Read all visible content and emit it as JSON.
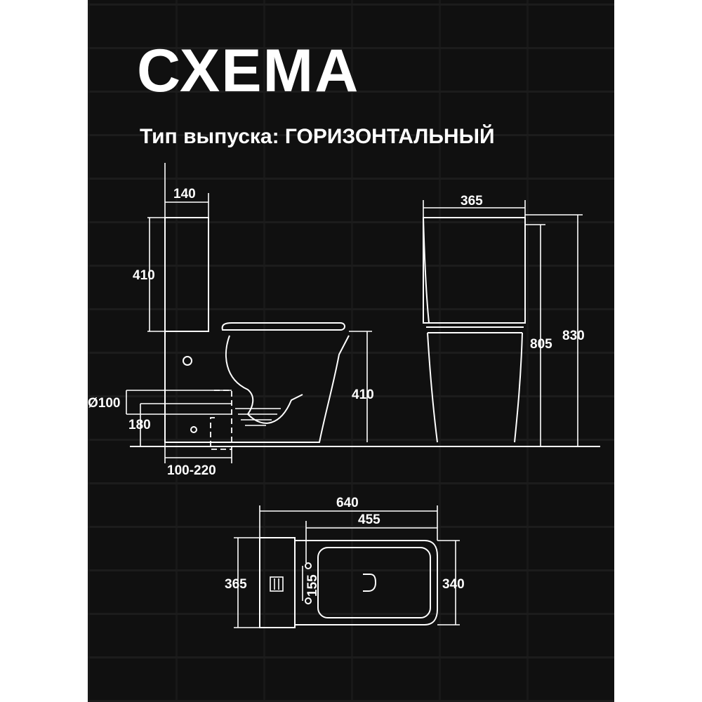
{
  "header": {
    "title": "СХЕМА",
    "subtitle": "Тип выпуска: ГОРИЗОНТАЛЬНЫЙ"
  },
  "dimensions": {
    "side_tank_width": "140",
    "side_tank_height": "410",
    "side_pipe_diameter": "Ø100",
    "side_pipe_height": "180",
    "side_offset_range": "100-220",
    "side_bowl_height": "410",
    "front_width": "365",
    "front_height_805": "805",
    "front_height_830": "830",
    "top_length_640": "640",
    "top_length_455": "455",
    "top_width_365": "365",
    "top_hole_spacing": "155",
    "top_width_340": "340"
  }
}
